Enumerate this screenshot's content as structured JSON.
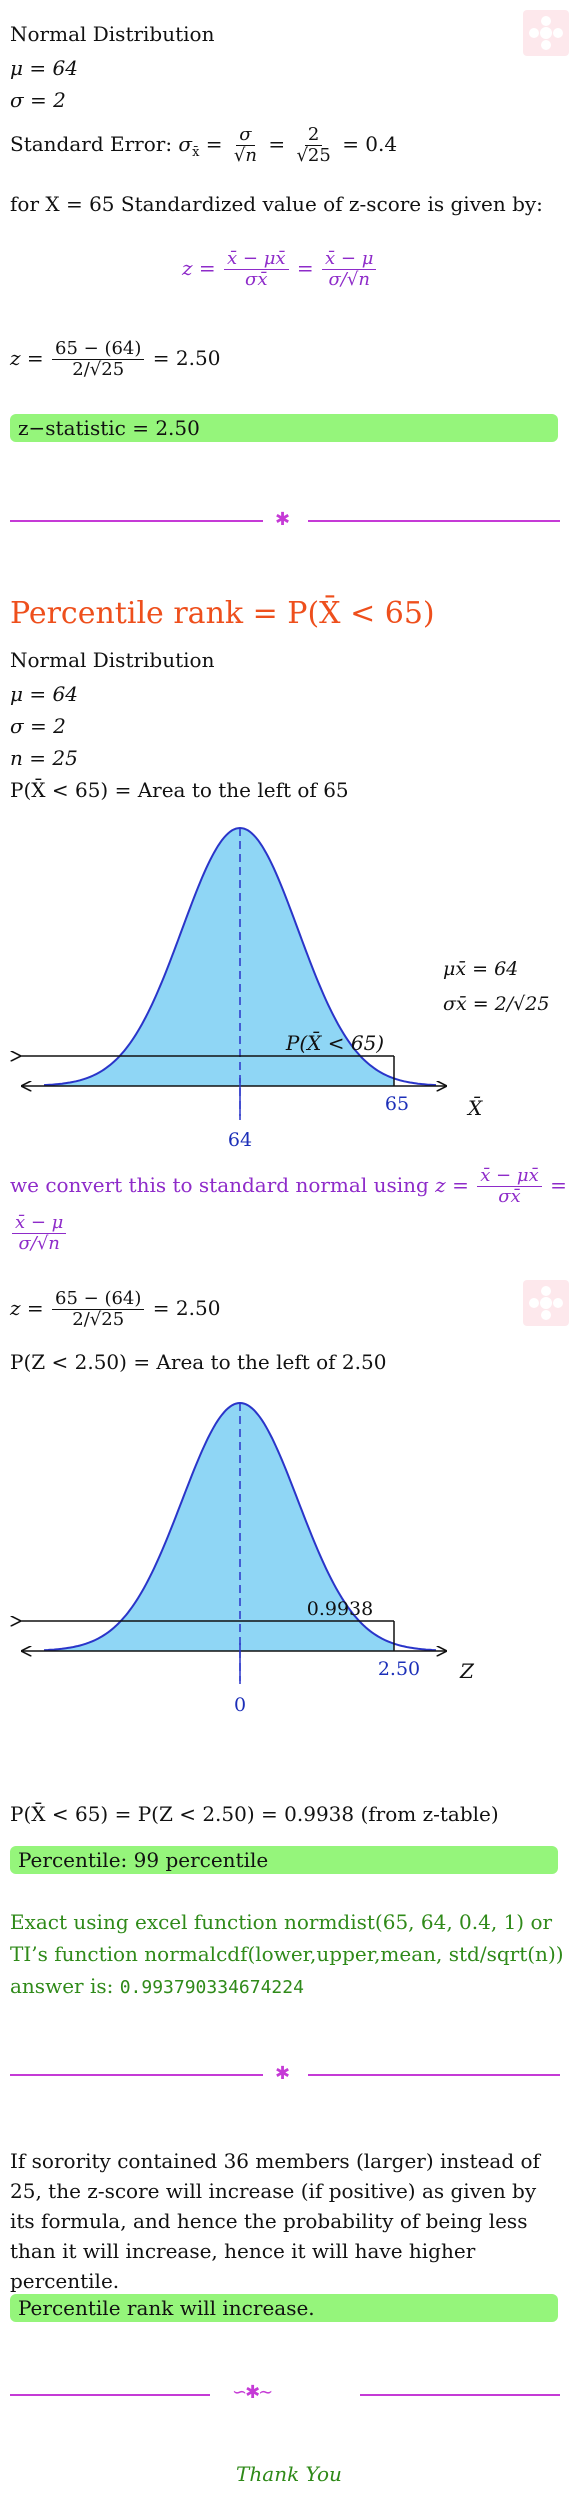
{
  "section1": {
    "heading": "Normal Distribution",
    "mu": "μ = 64",
    "sigma": "σ = 2",
    "se_label": "Standard Error:",
    "se_lhs": "σ",
    "se_sub": "x̄",
    "se_eq": "=",
    "se_f1_num": "σ",
    "se_f1_den": "√n",
    "se_f2_num": "2",
    "se_f2_den": "√25",
    "se_result": "= 0.4",
    "zintro": "for X = 65 Standardized value of z-score is given by:",
    "zformula_lhs": "z =",
    "zf1_num": "x̄ − μx̄",
    "zf1_den": "σx̄",
    "zf2_num": "x̄ − μ",
    "zf2_den": "σ/√n",
    "zcalc_lhs": "z =",
    "zcalc_num": "65 − (64)",
    "zcalc_den": "2/√25",
    "zcalc_result": "= 2.50",
    "zstat": "z−statistic = 2.50"
  },
  "section2": {
    "title": "Percentile rank = P(X̄ < 65)",
    "heading": "Normal Distribution",
    "mu": "μ = 64",
    "sigma": "σ = 2",
    "n": "n = 25",
    "prob": "P(X̄ < 65) = Area to the left of 65",
    "curve1": {
      "mean_tick": "64",
      "x_tick": "65",
      "axis_label": "X̄",
      "region_label": "P(X̄ < 65)",
      "mu_label": "μx̄ = 64",
      "sigma_label": "σx̄ = 2/√25"
    },
    "convert_text": "we convert this to standard normal using",
    "convert_z": "z =",
    "convert_f1_num": "x̄ − μx̄",
    "convert_f1_den": "σx̄",
    "convert_eq": "=",
    "convert_f2_num": "x̄ − μ",
    "convert_f2_den": "σ/√n",
    "zcalc_lhs": "z =",
    "zcalc_num": "65 − (64)",
    "zcalc_den": "2/√25",
    "zcalc_result": "= 2.50",
    "pz": "P(Z < 2.50) = Area to the left of 2.50",
    "curve2": {
      "mean_tick": "0",
      "x_tick": "2.50",
      "axis_label": "Z",
      "region_label": "0.9938"
    },
    "final_prob": "P(X̄ < 65) = P(Z < 2.50) = 0.9938 (from z-table)",
    "percentile": "Percentile: 99 percentile",
    "excel_line1": "Exact using excel function normdist(65, 64, 0.4, 1) or",
    "excel_line2": "TI’s function normalcdf(lower,upper,mean, std/sqrt(n))",
    "excel_line3_text": "answer is:",
    "excel_value": "0.993790334674224"
  },
  "section3": {
    "para": "If sorority contained 36 members (larger) instead of 25, the z-score will increase (if positive) as given by its formula, and hence the probability of being less than it will increase, hence it will have higher percentile.",
    "conclusion": "Percentile rank will increase.",
    "thanks": "Thank You"
  },
  "colors": {
    "accent_purple": "#8e2bc9",
    "highlight_green": "#95f57b",
    "title_orange": "#ee4f1c",
    "curve_fill": "#8fd6f5",
    "curve_stroke": "#2a35c9",
    "divider": "#c53ad6"
  }
}
